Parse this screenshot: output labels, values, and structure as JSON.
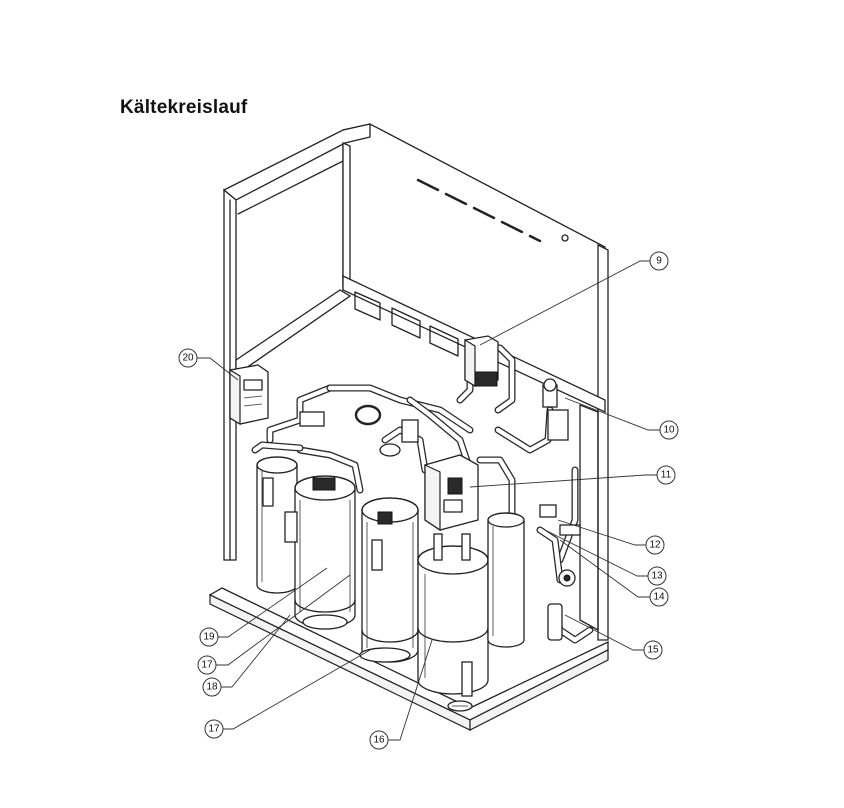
{
  "title": "Kältekreislauf",
  "callouts": [
    {
      "id": "c9",
      "label": "9"
    },
    {
      "id": "c10",
      "label": "10"
    },
    {
      "id": "c11",
      "label": "11"
    },
    {
      "id": "c12",
      "label": "12"
    },
    {
      "id": "c13",
      "label": "13"
    },
    {
      "id": "c14",
      "label": "14"
    },
    {
      "id": "c15",
      "label": "15"
    },
    {
      "id": "c16",
      "label": "16"
    },
    {
      "id": "c17a",
      "label": "17"
    },
    {
      "id": "c17b",
      "label": "17"
    },
    {
      "id": "c18",
      "label": "18"
    },
    {
      "id": "c19",
      "label": "19"
    },
    {
      "id": "c20",
      "label": "20"
    }
  ]
}
